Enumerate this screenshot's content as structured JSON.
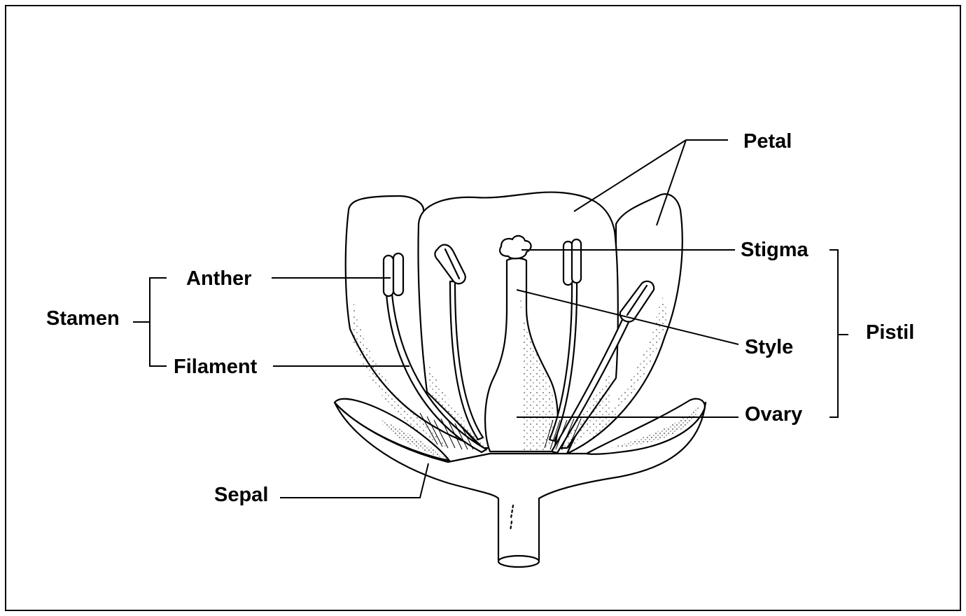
{
  "labels": {
    "petal": "Petal",
    "stigma": "Stigma",
    "style": "Style",
    "ovary": "Ovary",
    "pistil": "Pistil",
    "anther": "Anther",
    "filament": "Filament",
    "stamen": "Stamen",
    "sepal": "Sepal"
  },
  "colors": {
    "ink": "#000000",
    "background": "#ffffff"
  }
}
